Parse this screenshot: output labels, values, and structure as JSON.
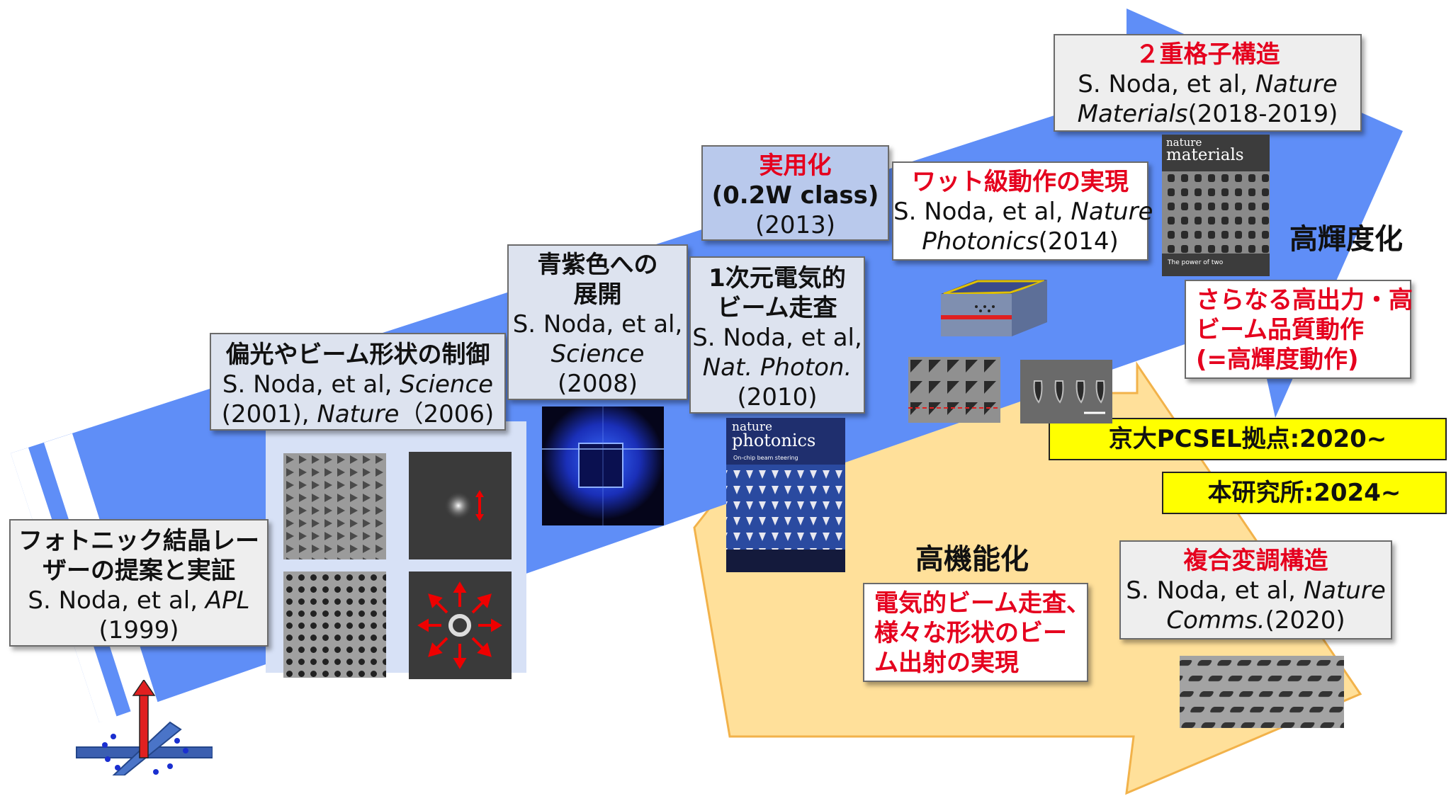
{
  "box_origin": {
    "line1": "フォトニック結晶レー",
    "line2": "ザーの提案と実証",
    "line3a": "S. Noda, et al, ",
    "line3b": "APL",
    "line4": "(1999)"
  },
  "box_polar": {
    "title": "偏光やビーム形状の制御",
    "l2a": "S. Noda, et al, ",
    "l2b": "Science",
    "l3a": "(2001), ",
    "l3b": "Nature",
    "l3c": "（2006)"
  },
  "box_blue": {
    "t1": "青紫色への",
    "t2": "展開",
    "l3": "S. Noda, et al,",
    "l4": "Science",
    "l5": "(2008)"
  },
  "box_practical": {
    "t1": "実用化",
    "t2": "(0.2W class)",
    "l3": "(2013)"
  },
  "box_scan": {
    "t1": "1次元電気的",
    "t2": "ビーム走査",
    "l3": "S. Noda, et al,",
    "l4": "Nat. Photon.",
    "l5": "(2010)"
  },
  "box_watt": {
    "t1": "ワット級動作の実現",
    "l2a": "S. Noda, et al, ",
    "l2b": "Nature",
    "l3a": "Photonics",
    "l3b": "(2014)"
  },
  "box_double": {
    "t1": "２重格子構造",
    "l2a": "S. Noda, et al, ",
    "l2b": "Nature",
    "l3a": "Materials",
    "l3b": "(2018-2019)"
  },
  "label_brightness": "高輝度化",
  "box_higher": {
    "t1": "さらなる高出力・高",
    "t2": "ビーム品質動作",
    "t3": "(=高輝度動作)"
  },
  "badge_kyoto": "京大PCSEL拠点:2020~",
  "badge_institute": "本研究所:2024~",
  "label_function": "高機能化",
  "box_function": {
    "t1": "電気的ビーム走査、",
    "t2": "様々な形状のビー",
    "t3": "ム出射の実現"
  },
  "box_complex": {
    "t1": "複合変調構造",
    "l2a": "S. Noda, et al, ",
    "l2b": "Nature",
    "l3a": "Comms.",
    "l3b": "(2020)"
  },
  "cover_photonics": {
    "brand1": "nature",
    "brand2": "photonics",
    "subtitle": "On-chip beam steering"
  },
  "cover_materials": {
    "brand1": "nature",
    "brand2": "materials",
    "subtitle": "The power of two"
  },
  "colors": {
    "arrow_blue": "#5f8ef7",
    "arrow_yellow": "#ffe09a",
    "title_red": "#e5001e",
    "badge_yellow": "#ffff00"
  }
}
